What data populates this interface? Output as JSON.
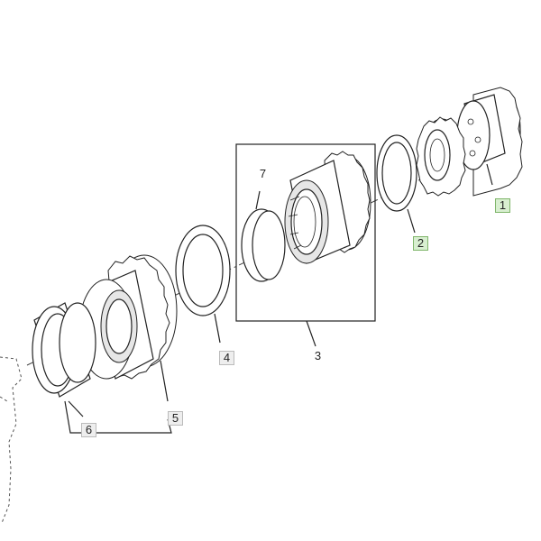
{
  "callouts": {
    "c1": "1",
    "c2": "2",
    "c3": "3",
    "c4": "4",
    "c5": "5",
    "c6": "6",
    "c7": "7"
  },
  "colors": {
    "line": "#222222",
    "highlight_fill": "#d8efd0",
    "highlight_border": "#7fb56a"
  }
}
